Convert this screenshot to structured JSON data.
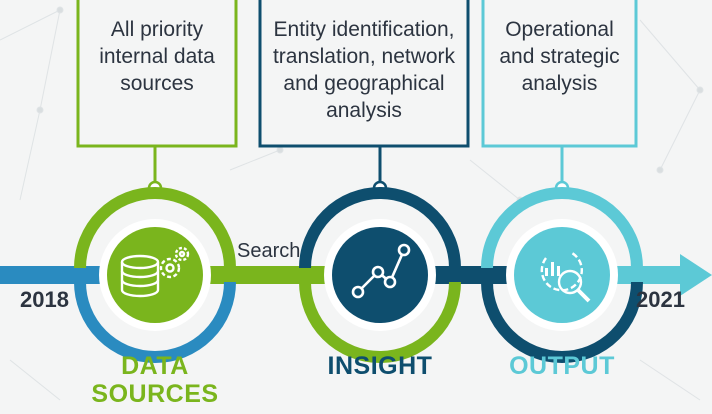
{
  "stages": [
    {
      "box_text": [
        "All priority",
        "internal data",
        "sources"
      ],
      "caption": [
        "DATA",
        "SOURCES"
      ],
      "color": "#7ab51d",
      "ring_color": "#2a8bc0",
      "icon": "database-gears-icon"
    },
    {
      "box_text": [
        "Entity identification,",
        "translation, network",
        "and geographical",
        "analysis"
      ],
      "caption": [
        "INSIGHT"
      ],
      "color": "#0e4e6e",
      "ring_color": "#7ab51d",
      "icon": "network-graph-icon"
    },
    {
      "box_text": [
        "Operational",
        "and strategic",
        "analysis"
      ],
      "caption": [
        "OUTPUT"
      ],
      "color": "#5cc9d6",
      "ring_color": "#0e4e6e",
      "icon": "chart-magnifier-icon"
    }
  ],
  "connector_label": "Search",
  "start_year": "2018",
  "end_year": "2021",
  "colors": {
    "timeline_left": "#2a8bc0",
    "timeline_right": "#5cc9d6",
    "text": "#2c3440"
  }
}
